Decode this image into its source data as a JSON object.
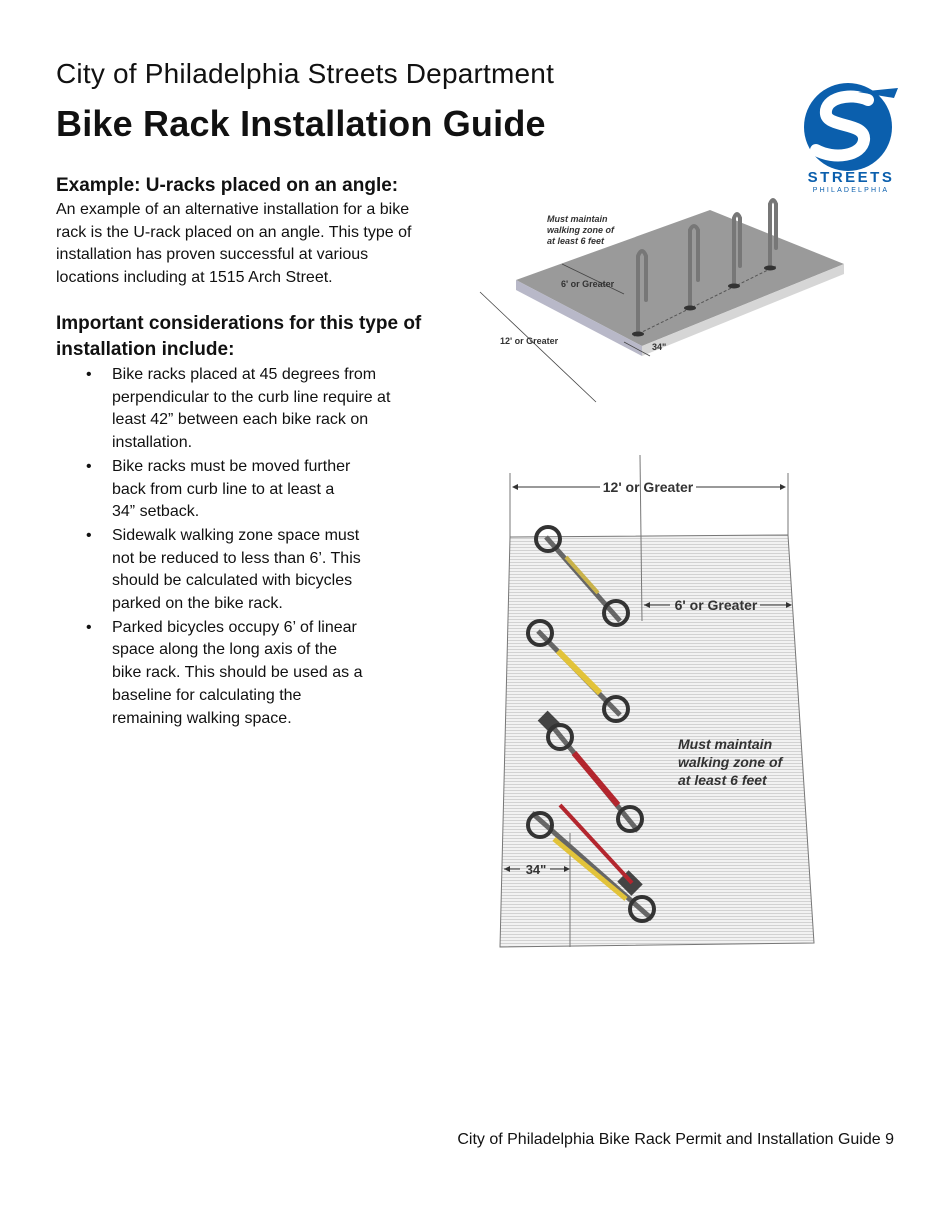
{
  "header": {
    "department": "City of Philadelphia Streets Department",
    "title": "Bike Rack Installation Guide"
  },
  "logo": {
    "word": "STREETS",
    "subword": "PHILADELPHIA",
    "brand_color": "#0b5fad"
  },
  "example": {
    "heading": "Example: U-racks placed on an angle:",
    "lines": [
      "An example of an alternative installation for a bike",
      "rack is the U-rack placed on an angle. This type of",
      "installation has proven successful at various",
      "locations including at 1515 Arch Street."
    ]
  },
  "considerations": {
    "heading_lines": [
      "Important considerations for this type of",
      "installation include:"
    ],
    "bullet_symbol": "•",
    "items": [
      {
        "lines": [
          "Bike racks placed at 45 degrees from",
          "perpendicular to the curb line require at",
          "least 42” between each bike rack on",
          "installation."
        ]
      },
      {
        "lines": [
          "Bike racks must be moved further",
          "back from curb line to at least a",
          "34” setback."
        ]
      },
      {
        "lines": [
          "Sidewalk walking zone space must",
          "not be reduced to less than 6’. This",
          "should be calculated with bicycles",
          "parked on the bike rack."
        ]
      },
      {
        "lines": [
          "Parked bicycles occupy 6’ of linear",
          "space along the long axis of the",
          "bike rack. This should be used as a",
          "baseline for calculating the",
          "remaining walking space."
        ]
      }
    ]
  },
  "diagram_top": {
    "walk_note": [
      "Must maintain",
      "walking zone of",
      "at least 6 feet"
    ],
    "six_ft": "6' or Greater",
    "twelve_ft": "12' or Greater",
    "setback": "34\""
  },
  "diagram_bottom": {
    "twelve_ft": "12' or Greater",
    "six_ft": "6' or Greater",
    "walk_note": [
      "Must maintain",
      "walking zone of",
      "at least 6 feet"
    ],
    "setback": "34\""
  },
  "footer": {
    "text": "City of Philadelphia Bike Rack Permit and Installation Guide 9"
  }
}
